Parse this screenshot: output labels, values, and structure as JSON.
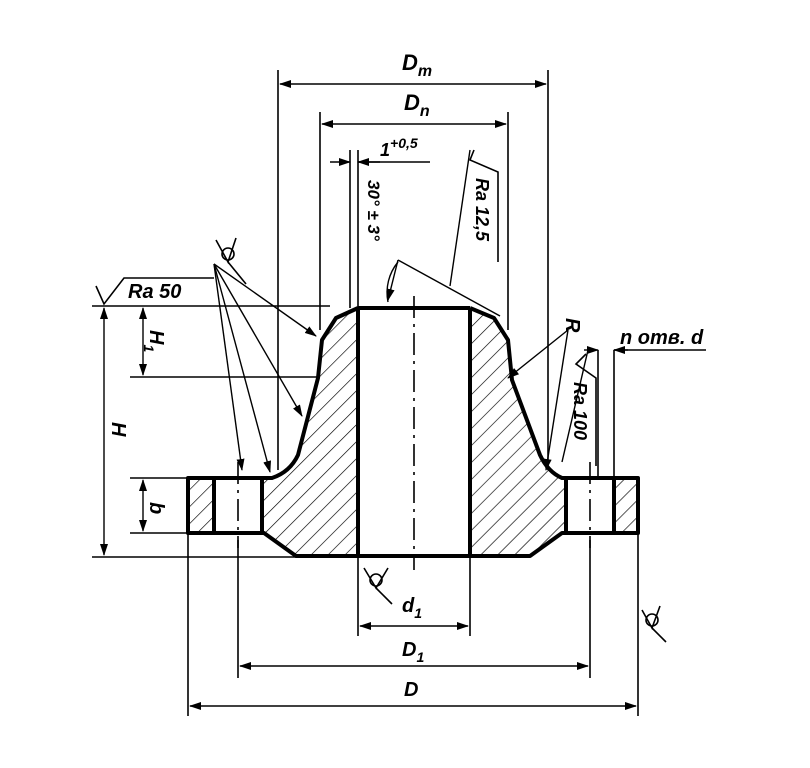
{
  "drawing": {
    "dimensions": {
      "Dm": "Dm",
      "Dm_main": "D",
      "Dm_sub": "m",
      "Dn_main": "D",
      "Dn_sub": "n",
      "tolerance_main": "1",
      "tolerance_sup": "+0,5",
      "angle": "30° ± 3°",
      "H": "H",
      "H1_main": "H",
      "H1_sub": "1",
      "b": "b",
      "d1_main": "d",
      "d1_sub": "1",
      "D1_main": "D",
      "D1_sub": "1",
      "D": "D",
      "R": "R",
      "holes": "n отв. d"
    },
    "roughness": {
      "top": "Ra 50",
      "chamfer": "Ra 12,5",
      "flange": "Ra 100"
    }
  }
}
